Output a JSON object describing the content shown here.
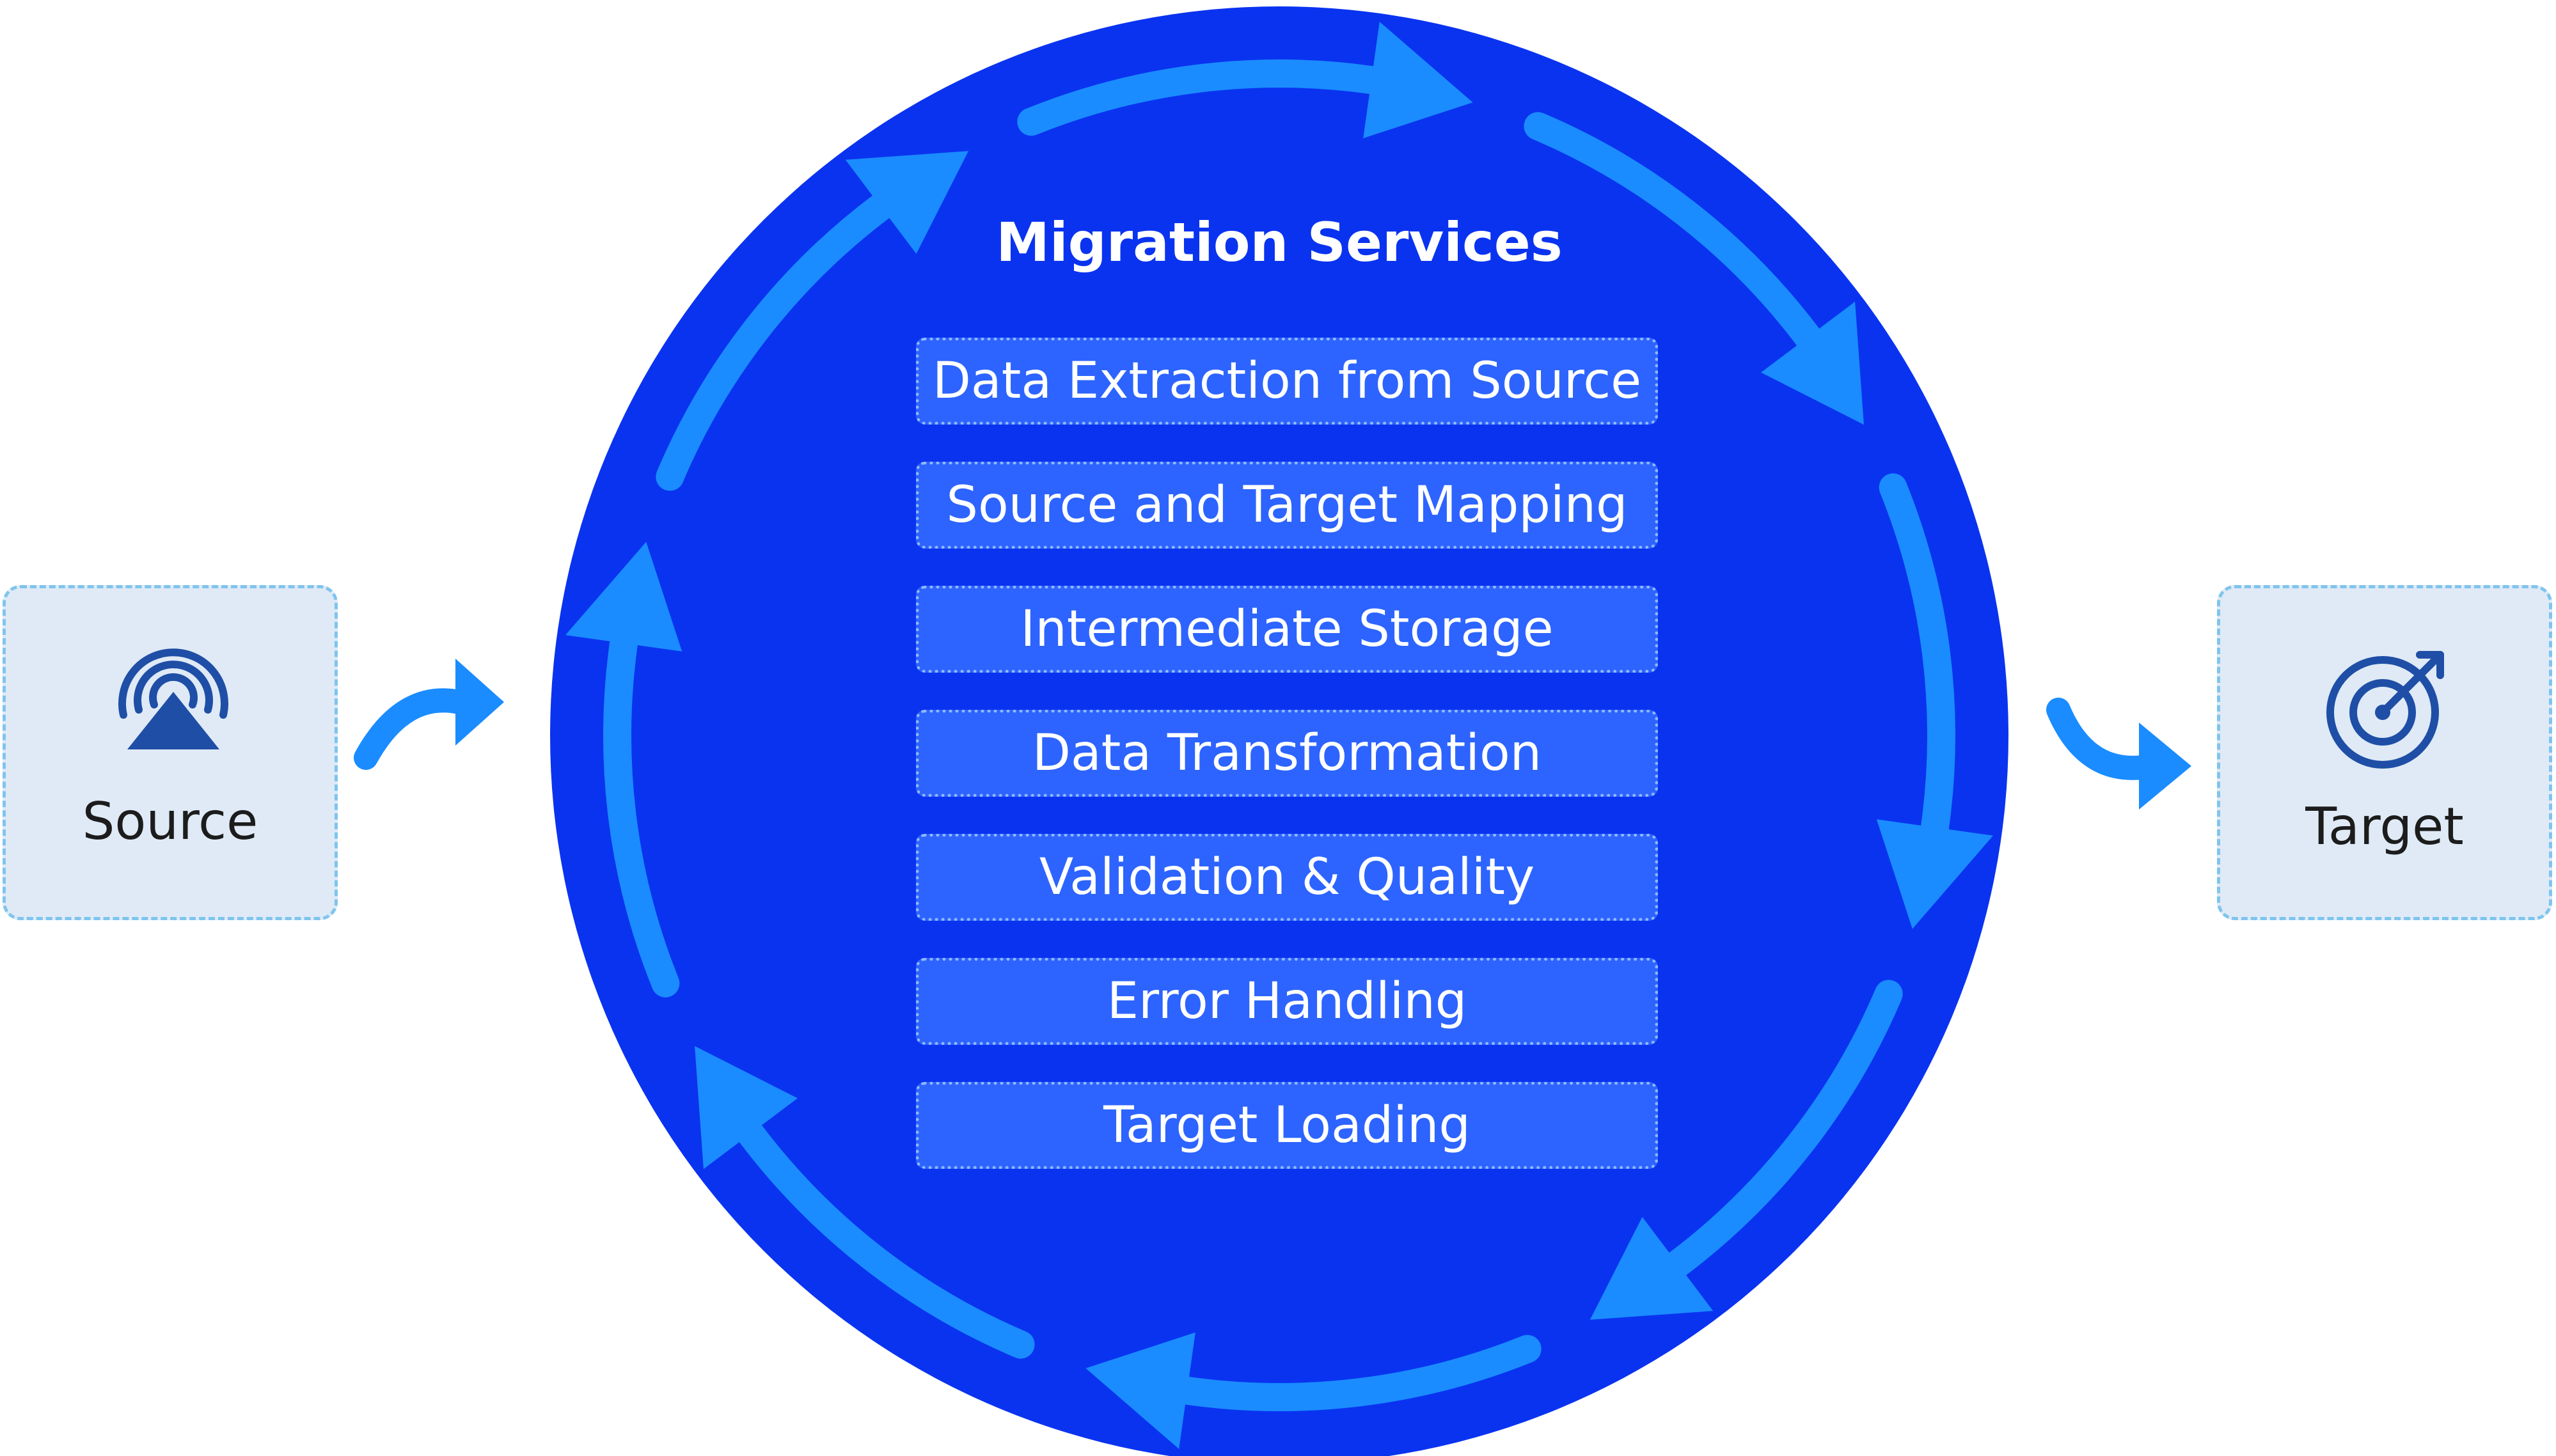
{
  "source": {
    "label": "Source",
    "icon": "broadcast-signal-icon"
  },
  "target": {
    "label": "Target",
    "icon": "target-icon"
  },
  "title": "Migration Services",
  "steps": [
    "Data Extraction from Source",
    "Source and Target Mapping",
    "Intermediate Storage",
    "Data Transformation",
    "Validation & Quality",
    "Error Handling",
    "Target Loading"
  ],
  "colors": {
    "circle": "#0a33f0",
    "cycle_arrow": "#1a8cff",
    "step_fill": "#2d64ff",
    "card_fill": "#dfeaf6",
    "card_border": "#7fc4ee",
    "icon": "#1f4ea6"
  }
}
